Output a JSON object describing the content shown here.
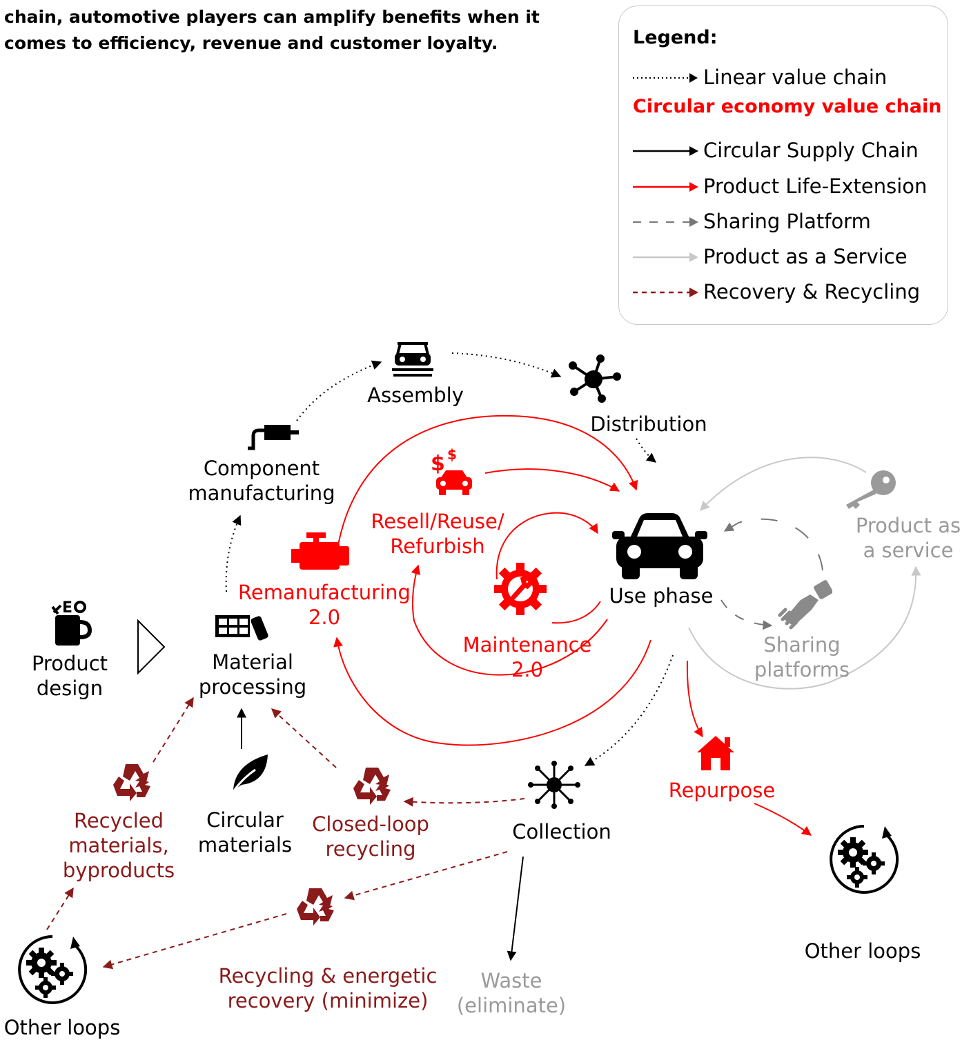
{
  "intro": "chain, automotive players can amplify benefits when it comes to efficiency, revenue and customer loyalty.",
  "legend": {
    "title": "Legend:",
    "linear": "Linear value chain",
    "circular_heading": "Circular economy value chain",
    "items": [
      {
        "label": "Circular Supply Chain",
        "color": "#000000"
      },
      {
        "label": "Product Life-Extension",
        "color": "#ff0000"
      },
      {
        "label": "Sharing Platform",
        "color": "#777777"
      },
      {
        "label": "Product as a Service",
        "color": "#c8c8c8"
      },
      {
        "label": "Recovery & Recycling",
        "color": "#8b1a1a"
      }
    ]
  },
  "nodes": {
    "assembly": "Assembly",
    "distribution": "Distribution",
    "component_1": "Component",
    "component_2": "manufacturing",
    "resell_1": "Resell/Reuse/",
    "resell_2": "Refurbish",
    "reman_1": "Remanufacturing",
    "reman_2": "2.0",
    "maint_1": "Maintenance",
    "maint_2": "2.0",
    "use_phase": "Use phase",
    "paas_1": "Product as",
    "paas_2": "a service",
    "sharing_1": "Sharing",
    "sharing_2": "platforms",
    "product_design_1": "Product",
    "product_design_2": "design",
    "material_1": "Material",
    "material_2": "processing",
    "circular_1": "Circular",
    "circular_2": "materials",
    "recycled_1": "Recycled",
    "recycled_2": "materials,",
    "recycled_3": "byproducts",
    "closed_1": "Closed-loop",
    "closed_2": "recycling",
    "collection": "Collection",
    "repurpose": "Repurpose",
    "other_loops_right": "Other loops",
    "other_loops_left": "Other loops",
    "recycling_1": "Recycling & energetic",
    "recycling_2": "recovery (minimize)",
    "waste_1": "Waste",
    "waste_2": "(eliminate)"
  },
  "colors": {
    "supply_chain": "#000000",
    "life_extension": "#ff0000",
    "sharing": "#777777",
    "paas": "#c8c8c8",
    "recovery": "#8b1a1a"
  }
}
